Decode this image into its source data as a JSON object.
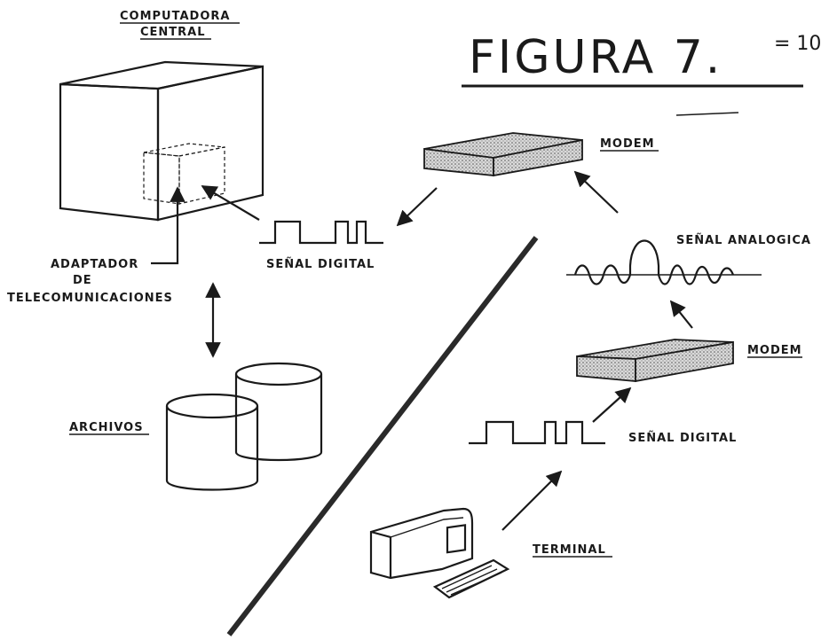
{
  "figure": {
    "title": "FIGURA 7.",
    "page_mark": "= 10"
  },
  "labels": {
    "computer_line1": "COMPUTADORA",
    "computer_line2": "CENTRAL",
    "adapter_line1": "ADAPTADOR",
    "adapter_line2": "DE",
    "adapter_line3": "TELECOMUNICACIONES",
    "files": "ARCHIVOS",
    "digital_signal_top": "SEÑAL DIGITAL",
    "digital_signal_bottom": "SEÑAL DIGITAL",
    "analog_signal": "SEÑAL ANALOGICA",
    "modem_top": "MODEM",
    "modem_bottom": "MODEM",
    "terminal": "TERMINAL"
  },
  "colors": {
    "ink": "#1a1a1a",
    "paper": "#ffffff",
    "modem_fill": "#bdbdbd"
  }
}
